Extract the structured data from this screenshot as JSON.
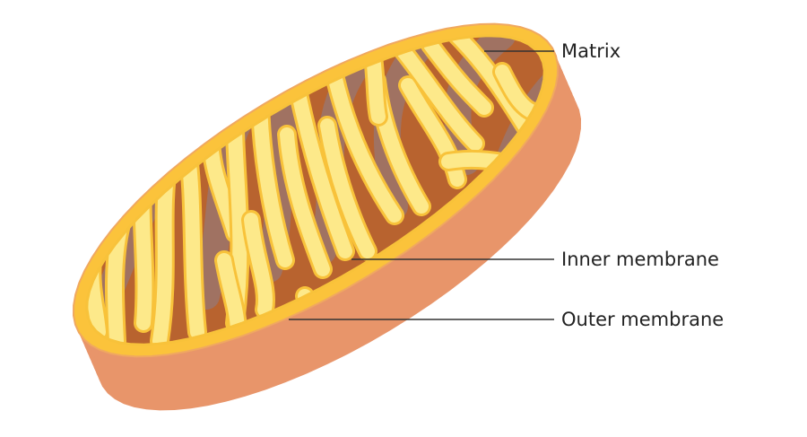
{
  "title": "Mitochondrion diagram",
  "labels": {
    "matrix": "Matrix",
    "inner_membrane": "Inner membrane",
    "outer_membrane": "Outer membrane"
  },
  "colors": {
    "outer_body": "#e8956a",
    "rim": "#fbc33b",
    "matrix": "#b8632f",
    "matrix_shadow": "#a07262",
    "cristae_fill": "#fde98a",
    "cristae_edge": "#f8c23a",
    "leader": "#333333"
  }
}
